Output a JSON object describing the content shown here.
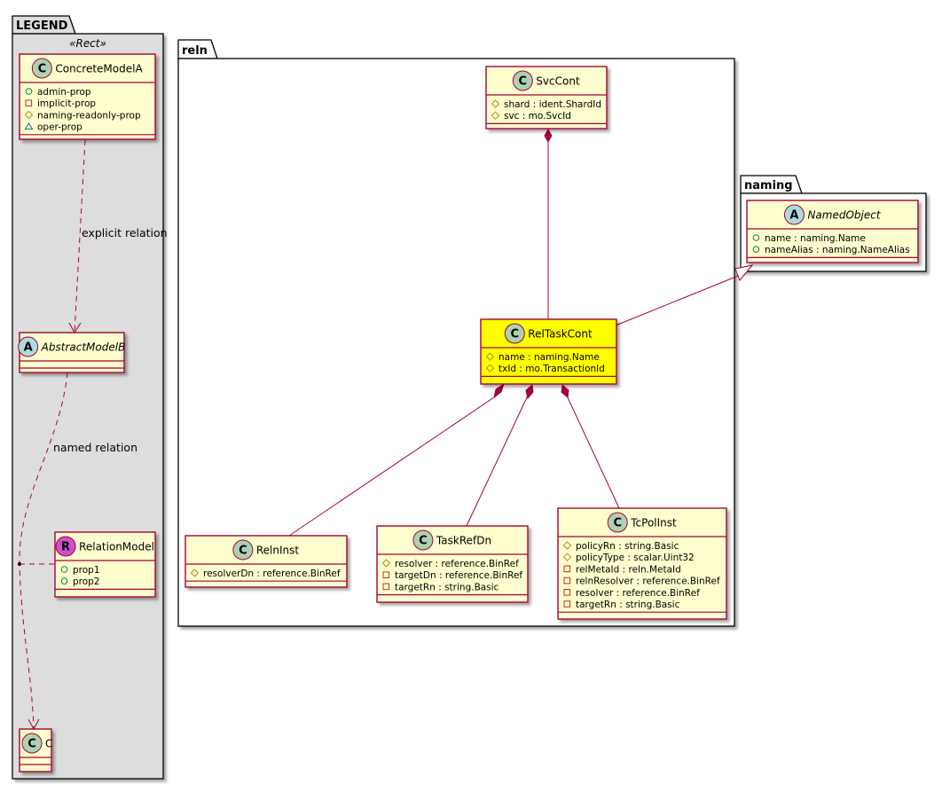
{
  "packages": {
    "legend": {
      "title": "LEGEND",
      "stereotype": "«Rect»"
    },
    "reln": {
      "title": "reln"
    },
    "naming": {
      "title": "naming"
    }
  },
  "classes": {
    "concrete_model_a": {
      "name": "ConcreteModelA",
      "kind": "C",
      "attrs": [
        {
          "vis": "public",
          "text": "admin-prop"
        },
        {
          "vis": "private",
          "text": "implicit-prop"
        },
        {
          "vis": "protected",
          "text": "naming-readonly-prop"
        },
        {
          "vis": "package",
          "text": "oper-prop"
        }
      ]
    },
    "abstract_model_b": {
      "name": "AbstractModelB",
      "kind": "A",
      "attrs": []
    },
    "relation_model": {
      "name": "RelationModel",
      "kind": "R",
      "attrs": [
        {
          "vis": "public",
          "text": "prop1"
        },
        {
          "vis": "public",
          "text": "prop2"
        }
      ]
    },
    "c": {
      "name": "C",
      "kind": "C",
      "attrs": []
    },
    "svc_cont": {
      "name": "SvcCont",
      "kind": "C",
      "attrs": [
        {
          "vis": "protected",
          "text": "shard : ident.ShardId"
        },
        {
          "vis": "protected",
          "text": "svc : mo.SvcId"
        }
      ]
    },
    "rel_task_cont": {
      "name": "RelTaskCont",
      "kind": "C",
      "attrs": [
        {
          "vis": "protected",
          "text": "name : naming.Name"
        },
        {
          "vis": "protected",
          "text": "txId : mo.TransactionId"
        }
      ]
    },
    "named_object": {
      "name": "NamedObject",
      "kind": "A",
      "attrs": [
        {
          "vis": "public",
          "text": "name : naming.Name"
        },
        {
          "vis": "public",
          "text": "nameAlias : naming.NameAlias"
        }
      ]
    },
    "reln_inst": {
      "name": "RelnInst",
      "kind": "C",
      "attrs": [
        {
          "vis": "protected",
          "text": "resolverDn : reference.BinRef"
        }
      ]
    },
    "task_ref_dn": {
      "name": "TaskRefDn",
      "kind": "C",
      "attrs": [
        {
          "vis": "protected",
          "text": "resolver : reference.BinRef"
        },
        {
          "vis": "private",
          "text": "targetDn : reference.BinRef"
        },
        {
          "vis": "private",
          "text": "targetRn : string.Basic"
        }
      ]
    },
    "tc_pol_inst": {
      "name": "TcPolInst",
      "kind": "C",
      "attrs": [
        {
          "vis": "protected",
          "text": "policyRn : string.Basic"
        },
        {
          "vis": "protected",
          "text": "policyType : scalar.Uint32"
        },
        {
          "vis": "private",
          "text": "relMetaId : reln.MetaId"
        },
        {
          "vis": "private",
          "text": "relnResolver : reference.BinRef"
        },
        {
          "vis": "private",
          "text": "resolver : reference.BinRef"
        },
        {
          "vis": "private",
          "text": "targetRn : string.Basic"
        }
      ]
    }
  },
  "relations": {
    "explicit_label": "explicit relation",
    "named_label": "named relation"
  },
  "colors": {
    "class_fill": "#FEFECE",
    "class_border": "#A80036",
    "highlight_fill": "#FFFF00",
    "legend_bg": "#DDDDDD",
    "circle_c": "#ADD1B2",
    "circle_a": "#A9DCDF",
    "circle_r": "#D04DD0",
    "line": "#A80036"
  }
}
